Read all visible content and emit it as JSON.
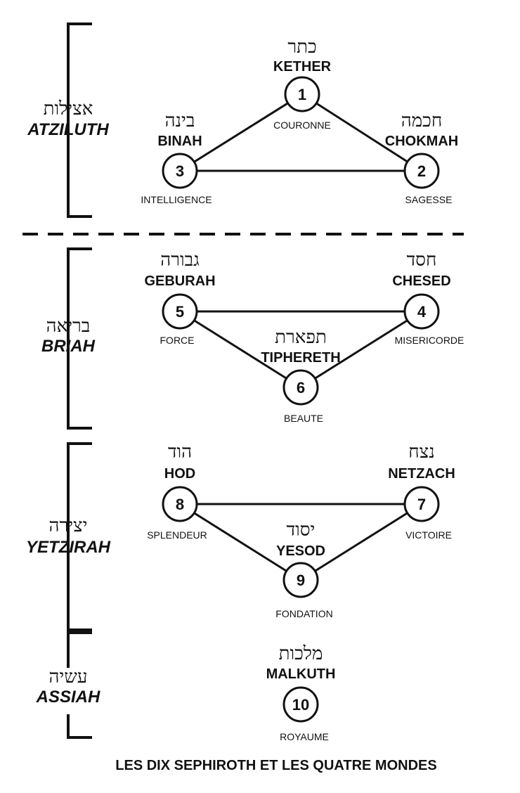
{
  "worlds": [
    {
      "id": "atziluth",
      "hebrew": "אצילות",
      "latin": "ATZILUTH"
    },
    {
      "id": "briah",
      "hebrew": "בריאה",
      "latin": "BRIAH"
    },
    {
      "id": "yetzirah",
      "hebrew": "יצירה",
      "latin": "YETZIRAH"
    },
    {
      "id": "assiah",
      "hebrew": "עשיה",
      "latin": "ASSIAH"
    }
  ],
  "sephiroth": [
    {
      "num": "1",
      "hebrew": "כתר",
      "name": "KETHER",
      "meaning": "COURONNE"
    },
    {
      "num": "2",
      "hebrew": "חכמה",
      "name": "CHOKMAH",
      "meaning": "SAGESSE"
    },
    {
      "num": "3",
      "hebrew": "בינה",
      "name": "BINAH",
      "meaning": "INTELLIGENCE"
    },
    {
      "num": "4",
      "hebrew": "חסד",
      "name": "CHESED",
      "meaning": "MISERICORDE"
    },
    {
      "num": "5",
      "hebrew": "גבורה",
      "name": "GEBURAH",
      "meaning": "FORCE"
    },
    {
      "num": "6",
      "hebrew": "תפארת",
      "name": "TIPHERETH",
      "meaning": "BEAUTE"
    },
    {
      "num": "7",
      "hebrew": "נצח",
      "name": "NETZACH",
      "meaning": "VICTOIRE"
    },
    {
      "num": "8",
      "hebrew": "הוד",
      "name": "HOD",
      "meaning": "SPLENDEUR"
    },
    {
      "num": "9",
      "hebrew": "יסוד",
      "name": "YESOD",
      "meaning": "FONDATION"
    },
    {
      "num": "10",
      "hebrew": "מלכות",
      "name": "MALKUTH",
      "meaning": "ROYAUME"
    }
  ],
  "caption": "LES DIX SEPHIROTH ET LES QUATRE MONDES"
}
